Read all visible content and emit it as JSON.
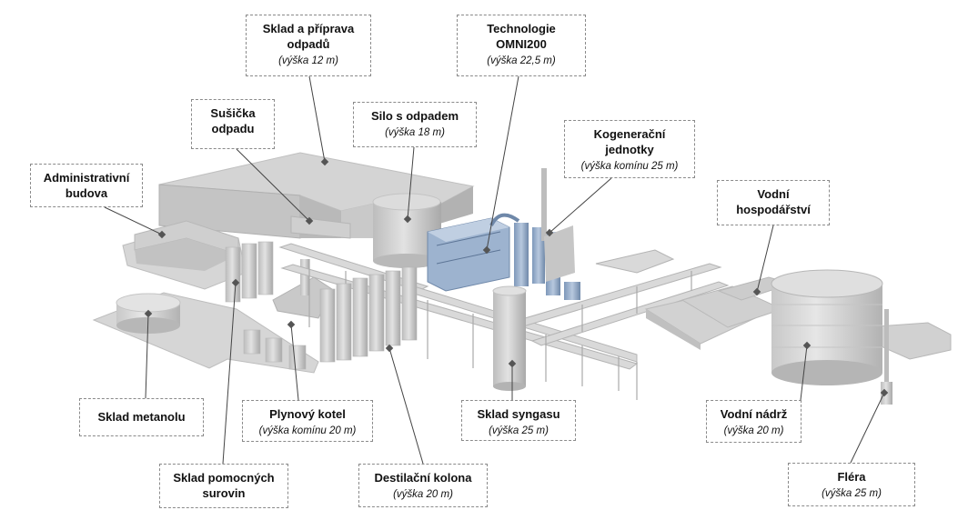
{
  "labels": {
    "sklad_odpadu": {
      "name": "Sklad a příprava odpadů",
      "height": "(výška 12 m)"
    },
    "technologie": {
      "name": "Technologie OMNI200",
      "height": "(výška 22,5 m)"
    },
    "susicka": {
      "name": "Sušička odpadu"
    },
    "silo": {
      "name": "Silo s odpadem",
      "height": "(výška 18 m)"
    },
    "kogenerace": {
      "name": "Kogenerační jednotky",
      "height": "(výška komínu 25 m)"
    },
    "administrativni": {
      "name": "Administrativní budova"
    },
    "vodni_hosp": {
      "name": "Vodní hospodářství"
    },
    "sklad_metanolu": {
      "name": "Sklad metanolu"
    },
    "plynovy_kotel": {
      "name": "Plynový kotel",
      "height": "(výška komínu  20 m)"
    },
    "sklad_syngasu": {
      "name": "Sklad syngasu",
      "height": "(výška 25 m)"
    },
    "vodni_nadrz": {
      "name": "Vodní nádrž",
      "height": "(výška 20 m)"
    },
    "sklad_pomocnych": {
      "name": "Sklad pomocných surovin"
    },
    "destilacni": {
      "name": "Destilační kolona",
      "height": "(výška 20 m)"
    },
    "flera": {
      "name": "Fléra",
      "height": "(výška 25 m)"
    }
  },
  "colors": {
    "building": "#d3d3d3",
    "building_side": "#b9b9b9",
    "technology": "#8fa9c9",
    "leader": "#444444"
  }
}
